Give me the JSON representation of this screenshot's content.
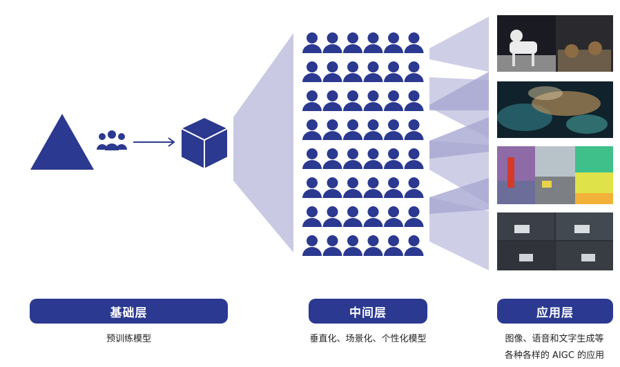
{
  "colors": {
    "navy": "#2b3990",
    "beam": "#c9c9e3",
    "beam_dark": "#a8a8d2"
  },
  "icons": [
    "triangle-icon",
    "people-group-icon",
    "arrow-right-icon",
    "cube-icon",
    "person-icon"
  ],
  "crowd": {
    "rows": 8,
    "cols": 6
  },
  "layers": {
    "foundation": {
      "label": "基础层",
      "caption": "预训练模型"
    },
    "middle": {
      "label": "中间层",
      "caption": "垂直化、场景化、个性化模型"
    },
    "application": {
      "label": "应用层",
      "caption_line1": "图像、语音和文字生成等",
      "caption_line2": "各种各样的 AIGC 的应用"
    }
  }
}
